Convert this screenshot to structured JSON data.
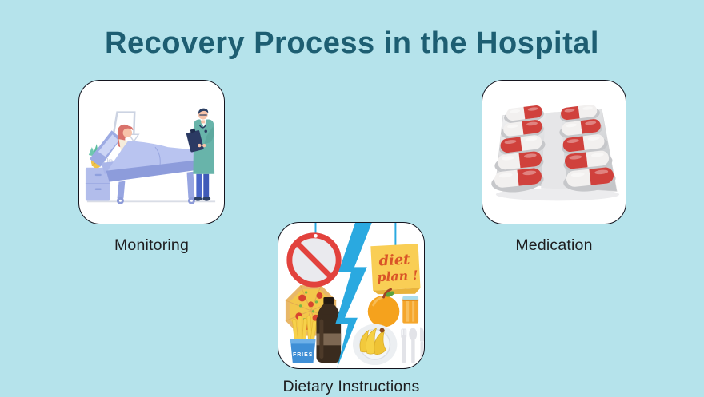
{
  "title": {
    "text": "Recovery Process in the Hospital"
  },
  "theme": {
    "background": "#b5e3eb",
    "title_color": "#1d5e72",
    "card_background": "#ffffff",
    "card_border": "#14141e",
    "label_color": "#1d1d1f",
    "accent_blue": "#2aa9e0",
    "capsule_red": "#d0413c",
    "prohibition_red": "#e2423d",
    "sticky_note_yellow": "#f9ce55"
  },
  "cards": [
    {
      "id": "monitoring",
      "label": "Monitoring",
      "illustration": "patient-in-hospital-bed-with-doctor"
    },
    {
      "id": "medication",
      "label": "Medication",
      "illustration": "blister-pack-with-ten-red-white-capsules",
      "capsule_count": "10"
    },
    {
      "id": "dietary",
      "label": "Dietary Instructions",
      "illustration": "no-junk-food-vs-diet-plan-collage",
      "details": {
        "note_line1": "diet",
        "note_line2": "plan !",
        "fries_box_text": "FRIES"
      }
    }
  ]
}
